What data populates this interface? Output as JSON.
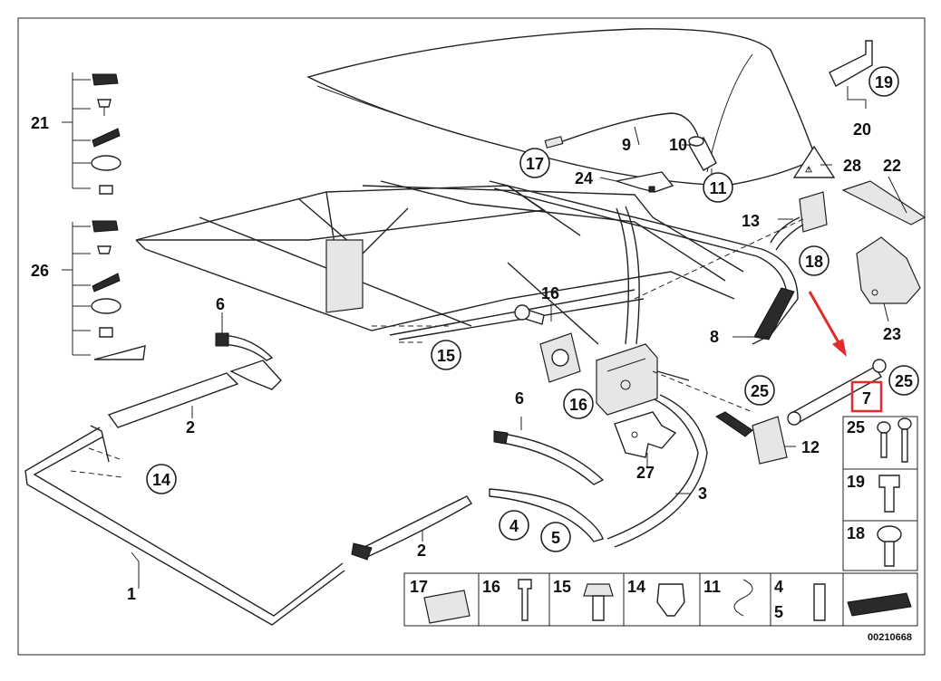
{
  "labels": {
    "1": "1",
    "2": "2",
    "3": "3",
    "4": "4",
    "5": "5",
    "6": "6",
    "7": "7",
    "8": "8",
    "9": "9",
    "10": "10",
    "11": "11",
    "12": "12",
    "13": "13",
    "14": "14",
    "15": "15",
    "16": "16",
    "17": "17",
    "18": "18",
    "19": "19",
    "20": "20",
    "21": "21",
    "22": "22",
    "23": "23",
    "24": "24",
    "25": "25",
    "26": "26",
    "27": "27",
    "28": "28"
  },
  "diagram_code": "00210668",
  "colors": {
    "line": "#222222",
    "highlight": "#e32b2b",
    "fill_light": "#e6e6e6",
    "background": "#ffffff"
  }
}
